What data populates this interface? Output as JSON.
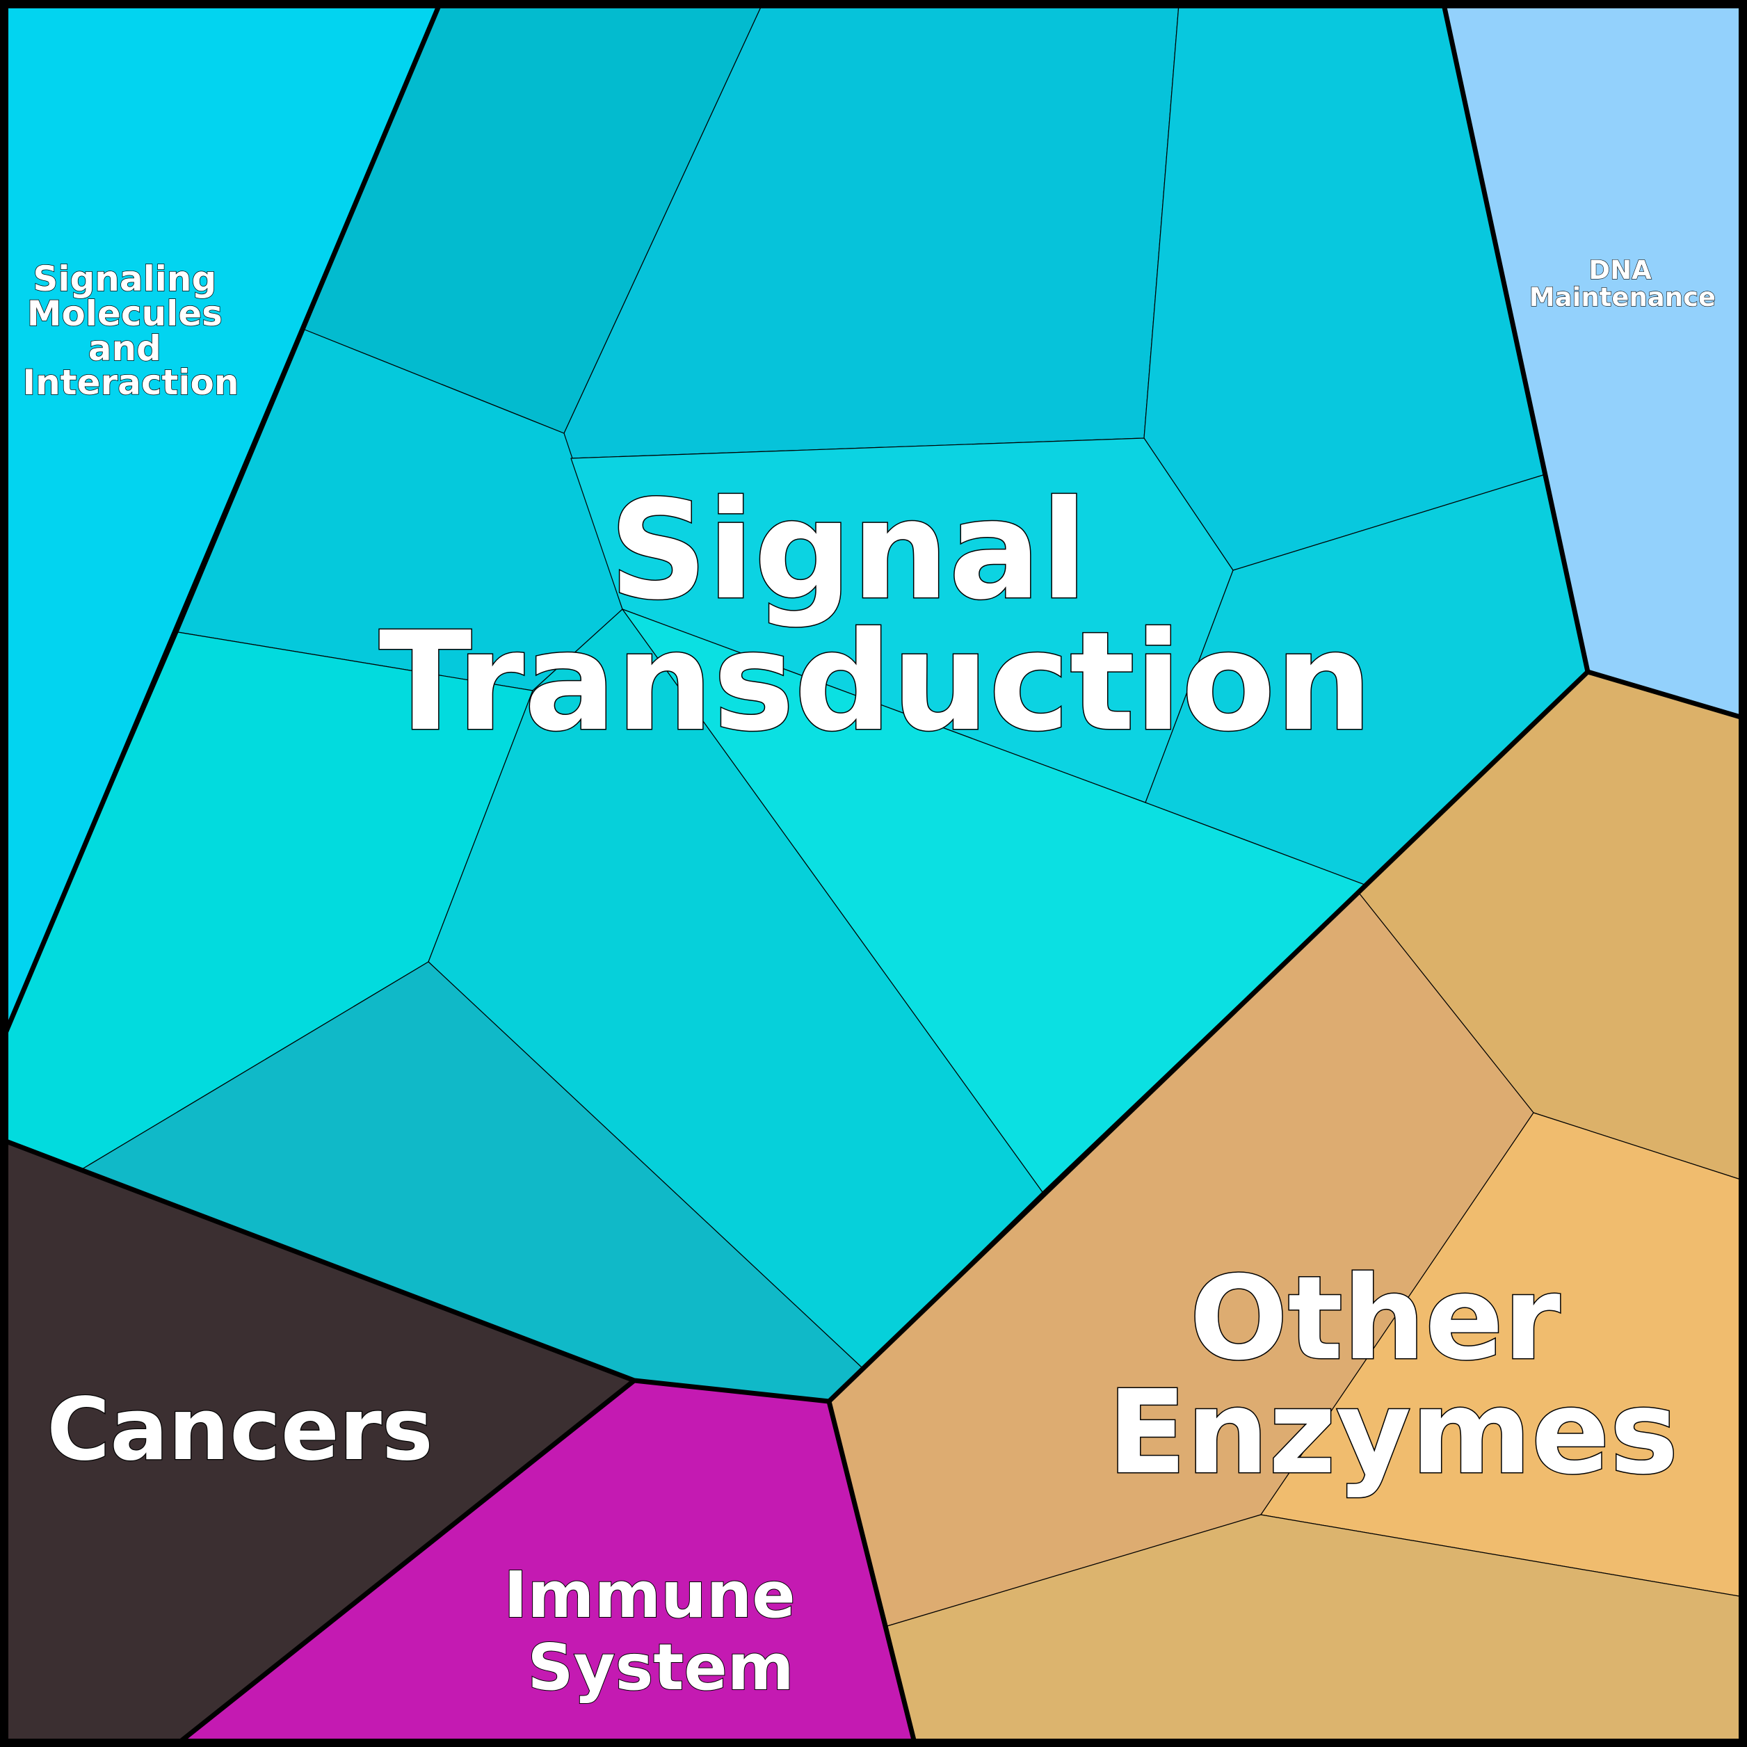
{
  "groups": [
    {
      "id": "signal-transduction",
      "label_lines": [
        "Signal",
        "Transduction"
      ],
      "color": "#06C3DA",
      "cell_colors": [
        "#03BBCF",
        "#06C3DA",
        "#08C8DE",
        "#05C9DC",
        "#0CD3E2",
        "#0ACEDE",
        "#02DBDE",
        "#06D0DA",
        "#0BE0E2",
        "#10B9C8"
      ]
    },
    {
      "id": "signaling-molecules-and-interaction",
      "label_lines": [
        "Signaling",
        "Molecules",
        "and",
        "Interaction"
      ],
      "color": "#02D4F0"
    },
    {
      "id": "dna-maintenance",
      "label_lines": [
        "DNA",
        "Maintenance"
      ],
      "color": "#93D1FC"
    },
    {
      "id": "other-enzymes",
      "label_lines": [
        "Other",
        "Enzymes"
      ],
      "color": "#DDAE70",
      "cell_colors": [
        "#DCB169",
        "#DDAC71",
        "#F0BC6E",
        "#DCB46E"
      ]
    },
    {
      "id": "cancers",
      "label_lines": [
        "Cancers"
      ],
      "color": "#3B2F31"
    },
    {
      "id": "immune-system",
      "label_lines": [
        "Immune",
        "System"
      ],
      "color": "#C41AB2"
    }
  ]
}
